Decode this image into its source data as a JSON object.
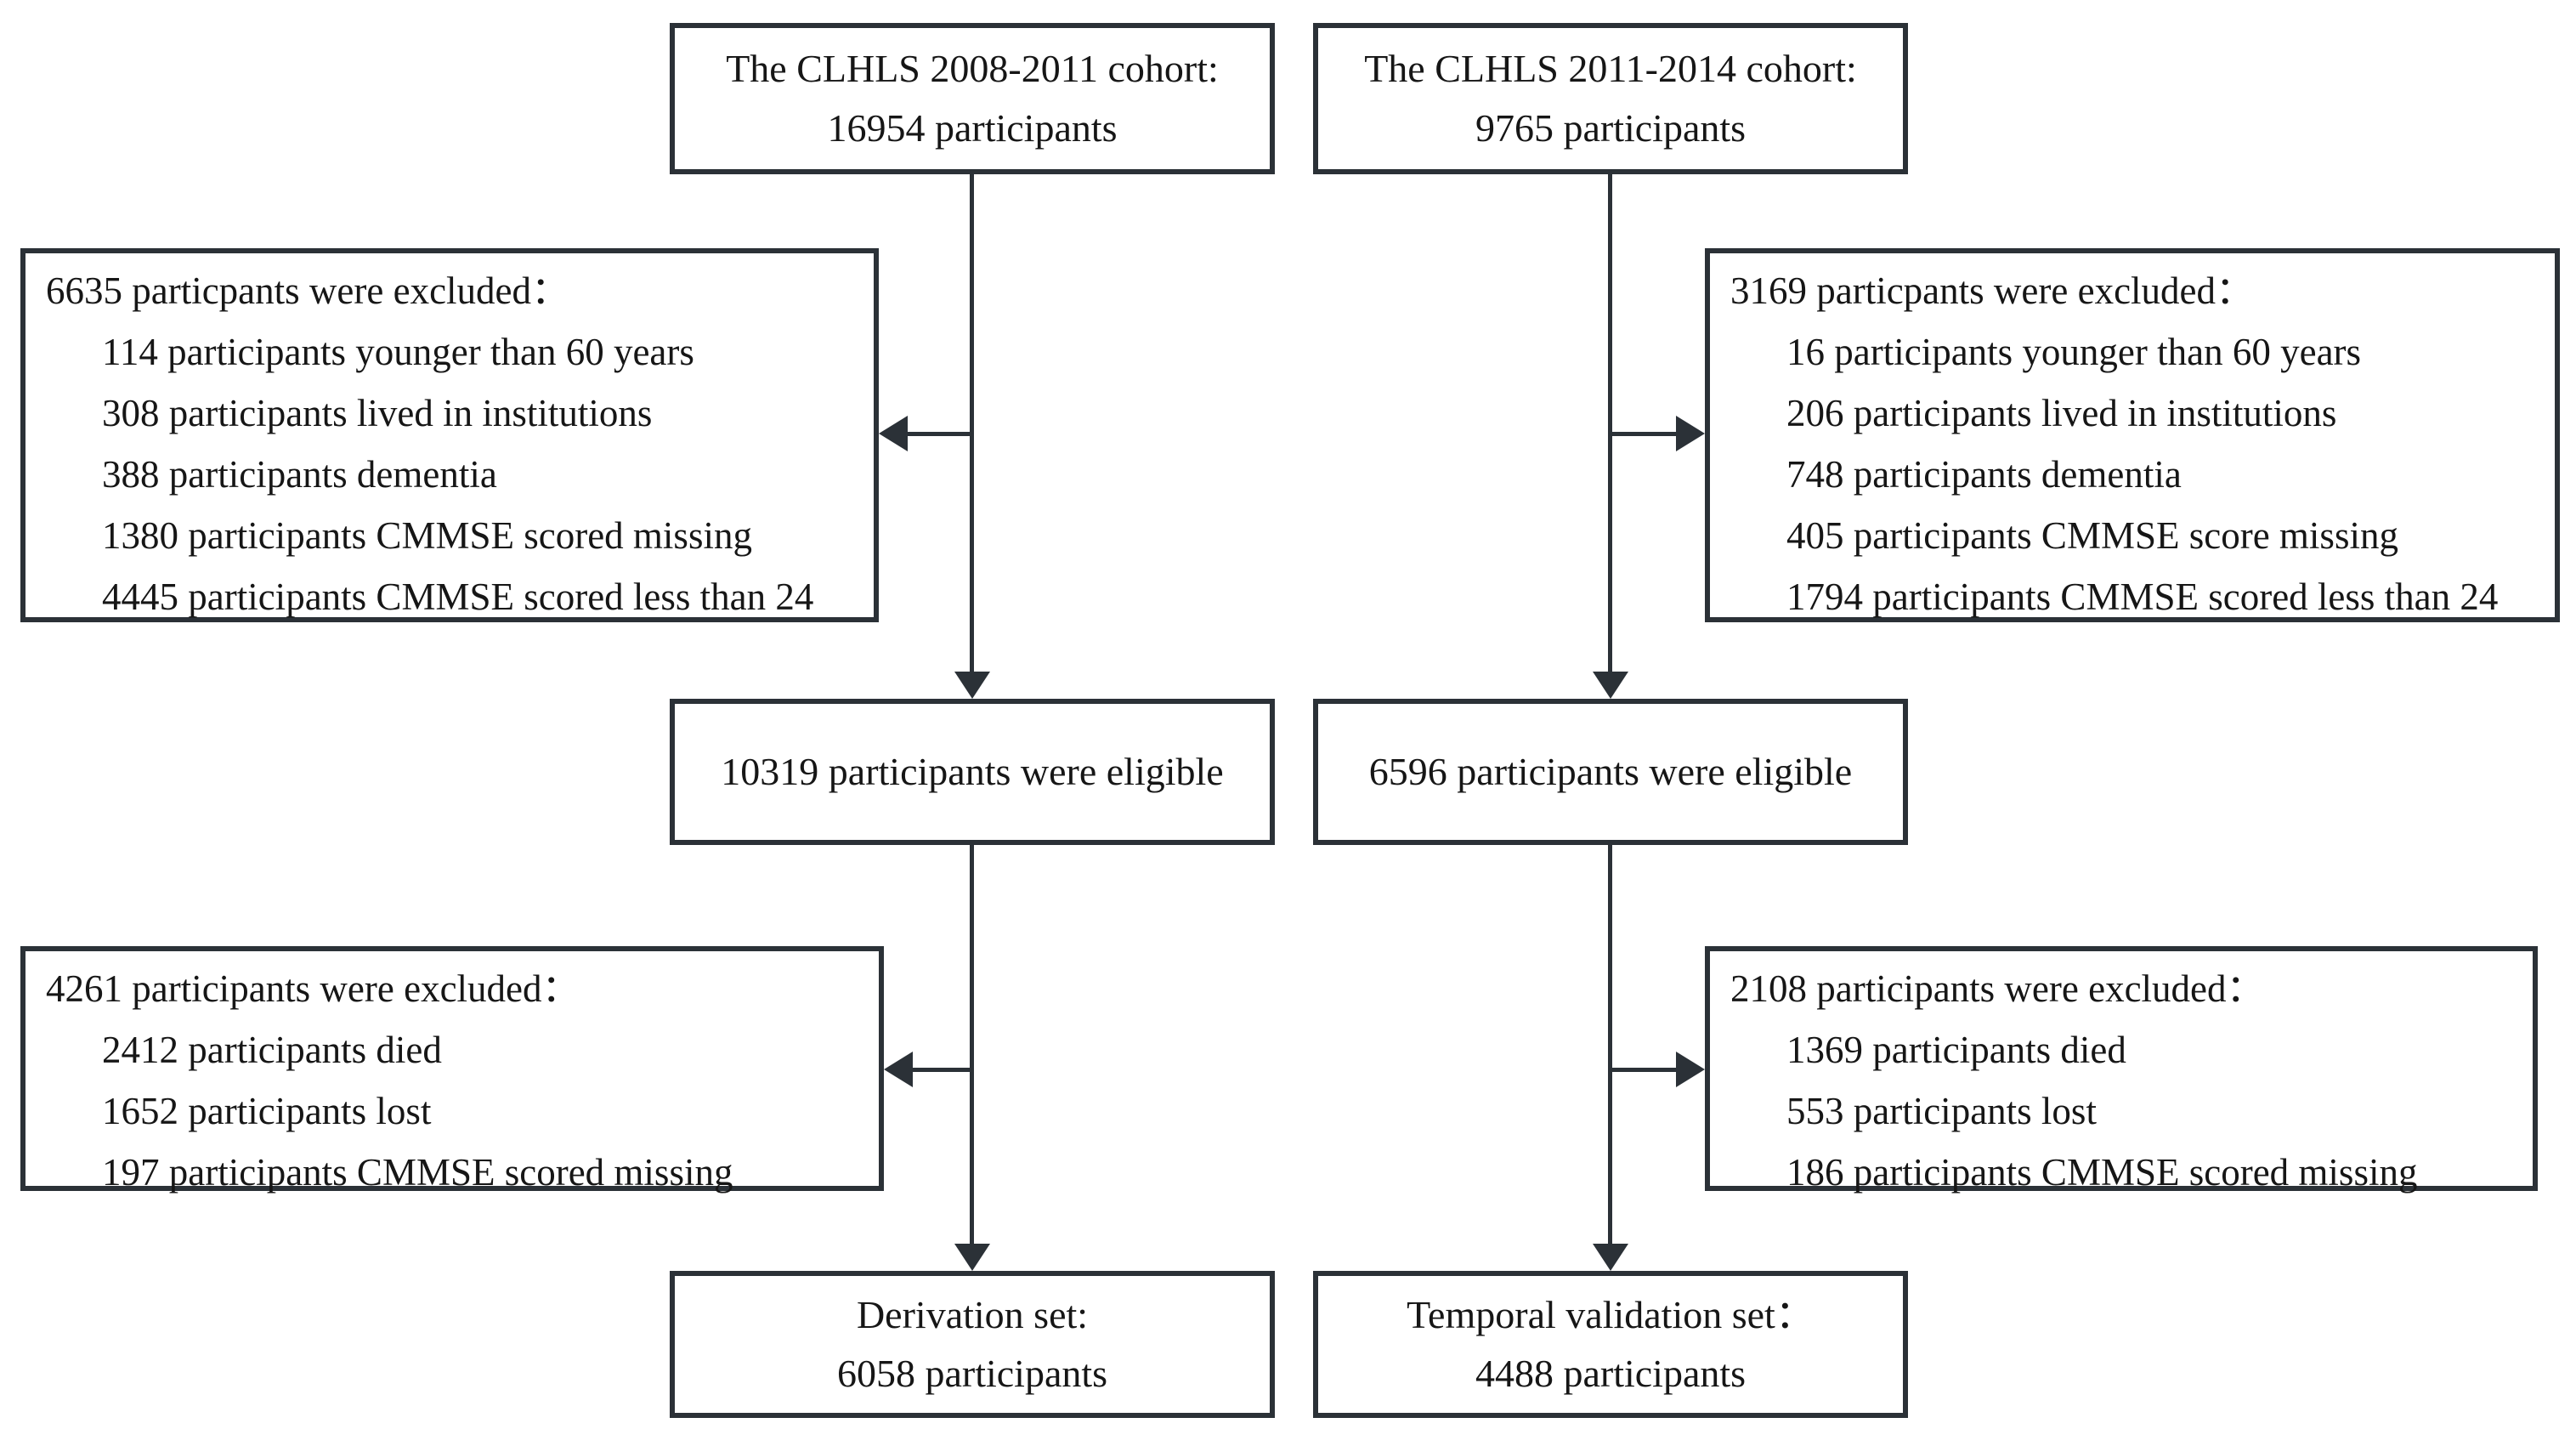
{
  "diagram": {
    "title": "CLHLS cohorts participant flow diagram",
    "colors": {
      "line": "#2b3137",
      "text": "#161616",
      "background": "#ffffff"
    },
    "left": {
      "cohort_line1": "The CLHLS 2008-2011 cohort:",
      "cohort_line2": "16954 participants",
      "exclusion1_title": "6635 particpants were excluded：",
      "exclusion1_items": [
        "114 participants younger than 60 years",
        "308 participants lived in institutions",
        "388 participants dementia",
        "1380 participants CMMSE scored missing",
        "4445 participants CMMSE scored less than 24"
      ],
      "eligible": "10319 participants were eligible",
      "exclusion2_title": "4261 participants were excluded：",
      "exclusion2_items": [
        "2412 participants died",
        "1652 participants lost",
        "197 participants CMMSE scored missing"
      ],
      "result_line1": "Derivation set:",
      "result_line2": "6058 participants"
    },
    "right": {
      "cohort_line1": "The CLHLS 2011-2014 cohort:",
      "cohort_line2": "9765 participants",
      "exclusion1_title": "3169 particpants were excluded：",
      "exclusion1_items": [
        "16 participants younger than 60 years",
        "206 participants lived in institutions",
        "748 participants dementia",
        "405 participants CMMSE score missing",
        "1794 participants CMMSE scored less than 24"
      ],
      "eligible": "6596 participants were eligible",
      "exclusion2_title": "2108 participants were excluded：",
      "exclusion2_items": [
        "1369 participants died",
        "553 participants lost",
        "186 participants CMMSE scored missing"
      ],
      "result_line1": "Temporal validation set：",
      "result_line2": "4488 participants"
    }
  }
}
